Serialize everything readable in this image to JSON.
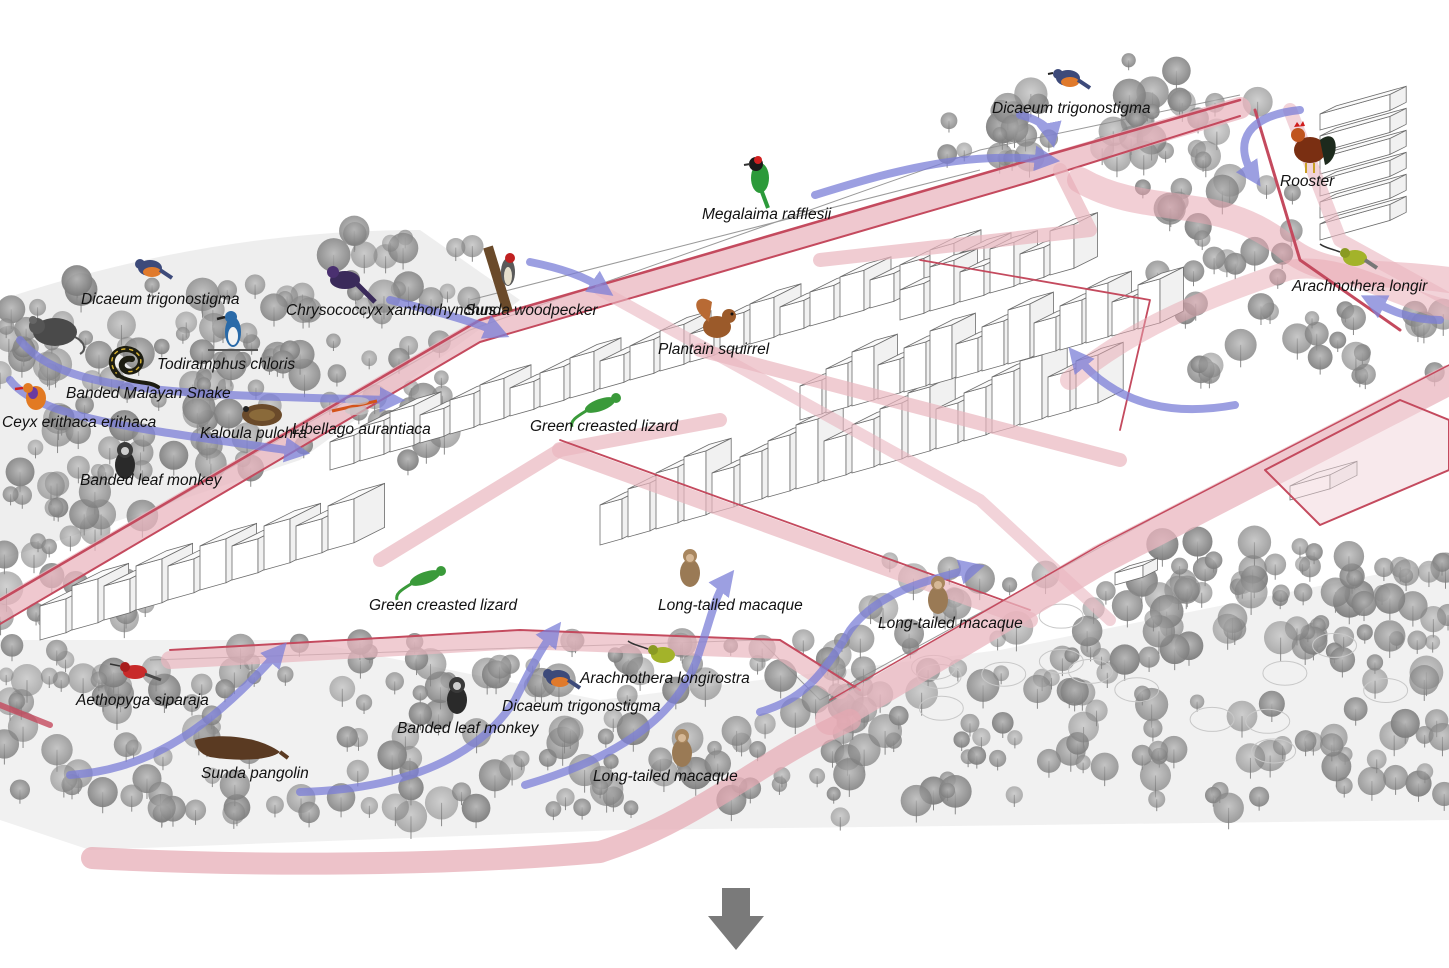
{
  "colors": {
    "corridor": "#c44a5e",
    "corridor_fill": "#e7b3bc",
    "movement_arrow": "#7c7fd8",
    "tree_gray": "#8c8c8c",
    "building_line": "#6c6c6c",
    "down_arrow": "#7a7a7a"
  },
  "species_labels": {
    "dicaeum_top_right": "Dicaeum trigonostigma",
    "rooster": "Rooster",
    "megalaima": "Megalaima rafflesii",
    "arachnothera_right": "Arachnothera longir",
    "dicaeum_left": "Dicaeum trigonostigma",
    "chrysococcyx": "Chrysococcyx xanthorhynchus",
    "sunda_woodpecker": "Sunda woodpecker",
    "plantain_squirrel": "Plantain squirrel",
    "todiramphus": "Todiramphus chloris",
    "banded_snake": "Banded Malayan Snake",
    "ceyx": "Ceyx erithaca erithaca",
    "kaloula": "Kaloula pulchra",
    "libellago": "Libellago aurantiaca",
    "green_lizard_top": "Green creasted lizard",
    "banded_monkey_left": "Banded leaf monkey",
    "green_lizard_bottom": "Green creasted lizard",
    "macaque_center": "Long-tailed macaque",
    "macaque_right": "Long-tailed macaque",
    "aethopyga": "Aethopyga siparaja",
    "arachnothera_bottom": "Arachnothera longirostra",
    "dicaeum_bottom": "Dicaeum trigonostigma",
    "banded_monkey_bottom": "Banded leaf monkey",
    "sunda_pangolin": "Sunda pangolin",
    "macaque_bottom": "Long-tailed macaque"
  },
  "icons": [
    "flowerpecker-bird-icon",
    "rooster-icon",
    "barbet-bird-icon",
    "sunbird-icon",
    "cuckoo-bird-icon",
    "woodpecker-icon",
    "squirrel-icon",
    "kingfisher-icon",
    "snake-icon",
    "frog-icon",
    "damselfly-icon",
    "lizard-icon",
    "leaf-monkey-icon",
    "macaque-icon",
    "pangolin-icon",
    "rat-icon",
    "down-arrow-icon"
  ]
}
